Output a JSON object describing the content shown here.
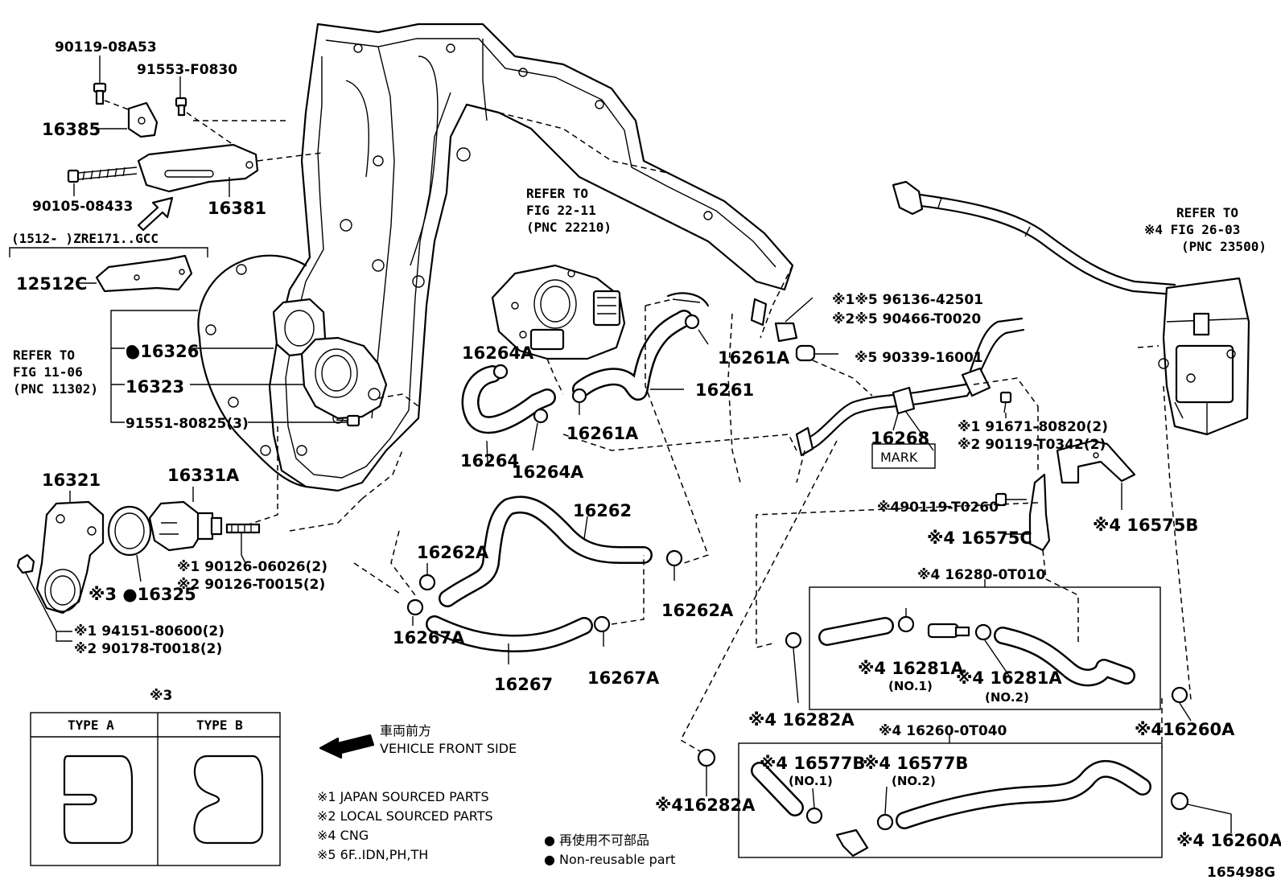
{
  "labels": {
    "p90119_08A53": "90119-08A53",
    "p91553_F0830": "91553-F0830",
    "p16385": "16385",
    "p16381": "16381",
    "p90105_08433": "90105-08433",
    "range_note": "(1512-      )ZRE171..GCC",
    "p12512C": "12512C",
    "p16326": "●16326",
    "p16323": "16323",
    "p91551_80825": "91551-80825(3)",
    "p16321": "16321",
    "p16331A": "16331A",
    "p16325": "※3 ●16325",
    "p90126_06026": "※1 90126-06026(2)",
    "p90126_T0015": "※2 90126-T0015(2)",
    "p94151_80600": "※1 94151-80600(2)",
    "p90178_T0018": "※2 90178-T0018(2)",
    "p16264A_top": "16264A",
    "p16264": "16264",
    "p16264A_bot": "16264A",
    "p16261A_top": "16261A",
    "p16261": "16261",
    "p16261A_bot": "16261A",
    "p16262": "16262",
    "p16262A_left": "16262A",
    "p16262A_right": "16262A",
    "p16267A_left": "16267A",
    "p16267": "16267",
    "p16267A_right": "16267A",
    "p96136": "※1※5 96136-42501",
    "p90466": "※2※5 90466-T0020",
    "p90339": "※5 90339-16001",
    "p16268": "16268",
    "mark": "MARK",
    "p91671": "※1 91671-80820(2)",
    "p90119_T0342": "※2 90119-T0342(2)",
    "p90119_T0260": "※490119-T0260",
    "p16575C": "※4  16575C",
    "p16575B": "※4 16575B",
    "p16280": "※4  16280-0T010",
    "p16281A_1": "※4  16281A",
    "no1_a": "(NO.1)",
    "p16281A_2": "※4  16281A",
    "no2_a": "(NO.2)",
    "p16282A_top": "※4 16282A",
    "p16260A_top": "※416260A",
    "p16260": "※4  16260-0T040",
    "p16577B_1": "※4  16577B",
    "no1_b": "(NO.1)",
    "p16577B_2": "※4  16577B",
    "no2_b": "(NO.2)",
    "p16282A_bot": "※416282A",
    "p16260A_bot": "※4  16260A",
    "fig_id": "165498G"
  },
  "refers": {
    "fig22_l1": "REFER TO",
    "fig22_l2": "FIG 22-11",
    "fig22_l3": "(PNC 22210)",
    "fig11_l1": "REFER TO",
    "fig11_l2": "FIG 11-06",
    "fig11_l3": "(PNC 11302)",
    "fig26_l1": "REFER TO",
    "fig26_l2": "※4 FIG 26-03",
    "fig26_l3": "(PNC 23500)"
  },
  "type_table": {
    "header": "※3",
    "type_a": "TYPE  A",
    "type_b": "TYPE  B"
  },
  "front": {
    "jp": "車両前方",
    "en": "VEHICLE FRONT SIDE"
  },
  "legend": {
    "l1": "※1 JAPAN SOURCED PARTS",
    "l2": "※2 LOCAL SOURCED PARTS",
    "l4": "※4 CNG",
    "l5": "※5 6F..IDN,PH,TH",
    "nr_jp": "● 再使用不可部品",
    "nr_en": "● Non-reusable part"
  }
}
